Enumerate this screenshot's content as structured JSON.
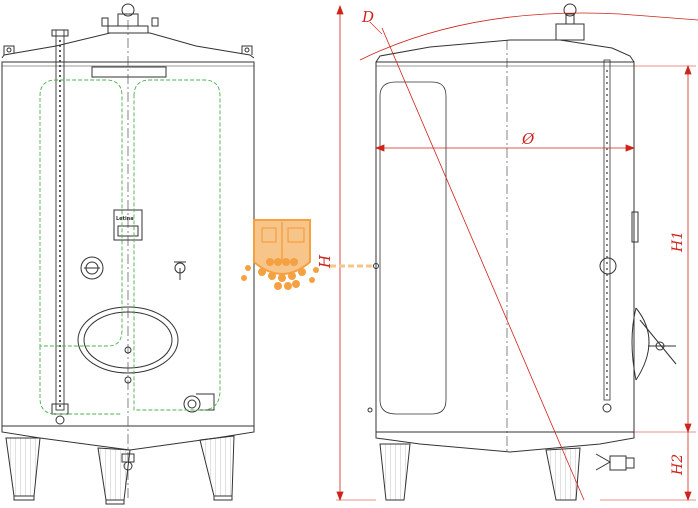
{
  "dimensions": {
    "d_label": "D",
    "h_label": "H",
    "h1_label": "H1",
    "h2_label": "H2",
    "diameter_symbol": "Ø"
  },
  "nameplate": {
    "brand": "Letina"
  },
  "colors": {
    "line": "#333333",
    "dimension": "#d0231b",
    "hidden": "#4caf50",
    "logo_orange": "#f5a142",
    "logo_light": "#f7c48a"
  }
}
